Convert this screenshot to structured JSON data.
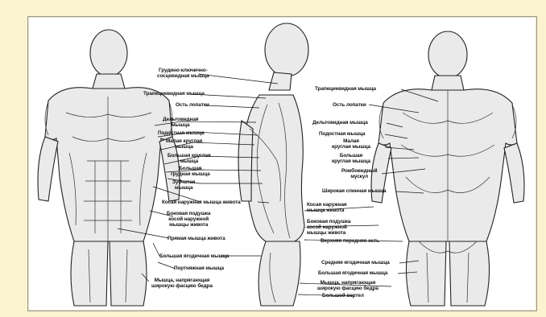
{
  "figure": {
    "background": "#fbf3cf",
    "ink": "#111111",
    "labels": {
      "l_sternocleido": "Грудино-ключично-\nсосцевидная мышца",
      "l_trap_mid": "Трапециевидная мышца",
      "l_spine_scap_mid": "Ость лопатки",
      "l_deltoid_f": "Дельтовидная\nмышца",
      "l_infraspin_f": "Подостная мышца",
      "l_teres_minor_f": "Малая круглая\nмышца",
      "l_teres_major_f": "Большая круглая\nмышца",
      "l_pect_major": "Большая\nгрудная мышца",
      "l_serratus": "Зубчатая\nмышца",
      "l_ext_oblique_f": "Косая наружная мышца живота",
      "l_flank_pad_f": "Боковая подушка\nкосой наружной\nмышцы живота",
      "l_rectus": "Прямая мышца живота",
      "l_glut_max_f": "Большая ягодичная мышца",
      "l_sartorius": "Портняжная мышца",
      "l_tfl_f": "Мышца, напрягающая\nширокую фасцию бедра",
      "l_trap_r": "Трапециевидная мышца",
      "l_spine_scap_r": "Ость лопатки",
      "l_deltoid_r": "Дельтовидная мышца",
      "l_infraspin_r": "Подостная мышца",
      "l_teres_minor_r": "Малая\nкруглая мышца",
      "l_teres_major_r": "Большая\nкруглая мышца",
      "l_rhomboid": "Ромбовидный\nмускул",
      "l_latissimus": "Широкая спинная мышца",
      "l_ext_oblique_r": "Косая наружная\nмышца живота",
      "l_flank_pad_r": "Боковая подушка\nкосой наружной\nмышцы живота",
      "l_iliac_spine": "Верхняя передняя ость",
      "l_glut_med": "Средняя ягодичная мышца",
      "l_glut_max_r": "Большая ягодичная мышца",
      "l_tfl_r": "Мышца, напрягающая\nширокую фасцию бедра",
      "l_trochanter": "Большой вертел"
    }
  }
}
